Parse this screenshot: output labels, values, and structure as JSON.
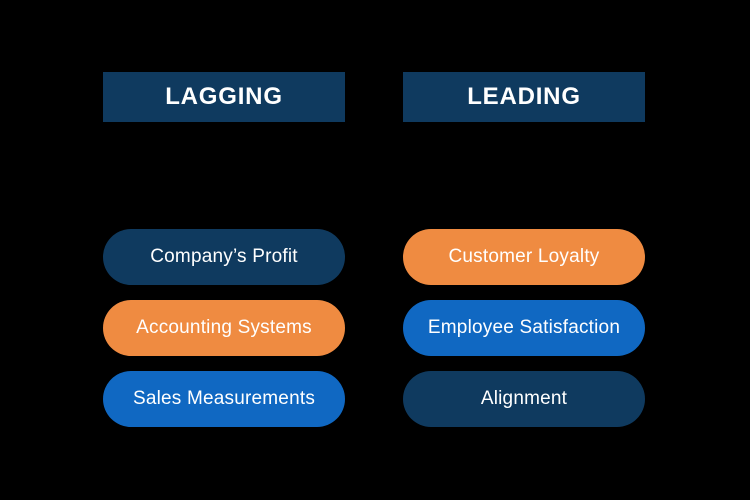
{
  "colors": {
    "background": "#000000",
    "navy": "#0F3A5F",
    "orange": "#EF8B41",
    "blue": "#1068C2",
    "text": "#FFFFFF"
  },
  "columns": [
    {
      "id": "lagging",
      "header": "LAGGING",
      "items": [
        {
          "label": "Company’s Profit",
          "color": "navy"
        },
        {
          "label": "Accounting Systems",
          "color": "orange"
        },
        {
          "label": "Sales Measurements",
          "color": "blue"
        }
      ]
    },
    {
      "id": "leading",
      "header": "LEADING",
      "items": [
        {
          "label": "Customer Loyalty",
          "color": "orange"
        },
        {
          "label": "Employee Satisfaction",
          "color": "blue"
        },
        {
          "label": "Alignment",
          "color": "navy"
        }
      ]
    }
  ]
}
